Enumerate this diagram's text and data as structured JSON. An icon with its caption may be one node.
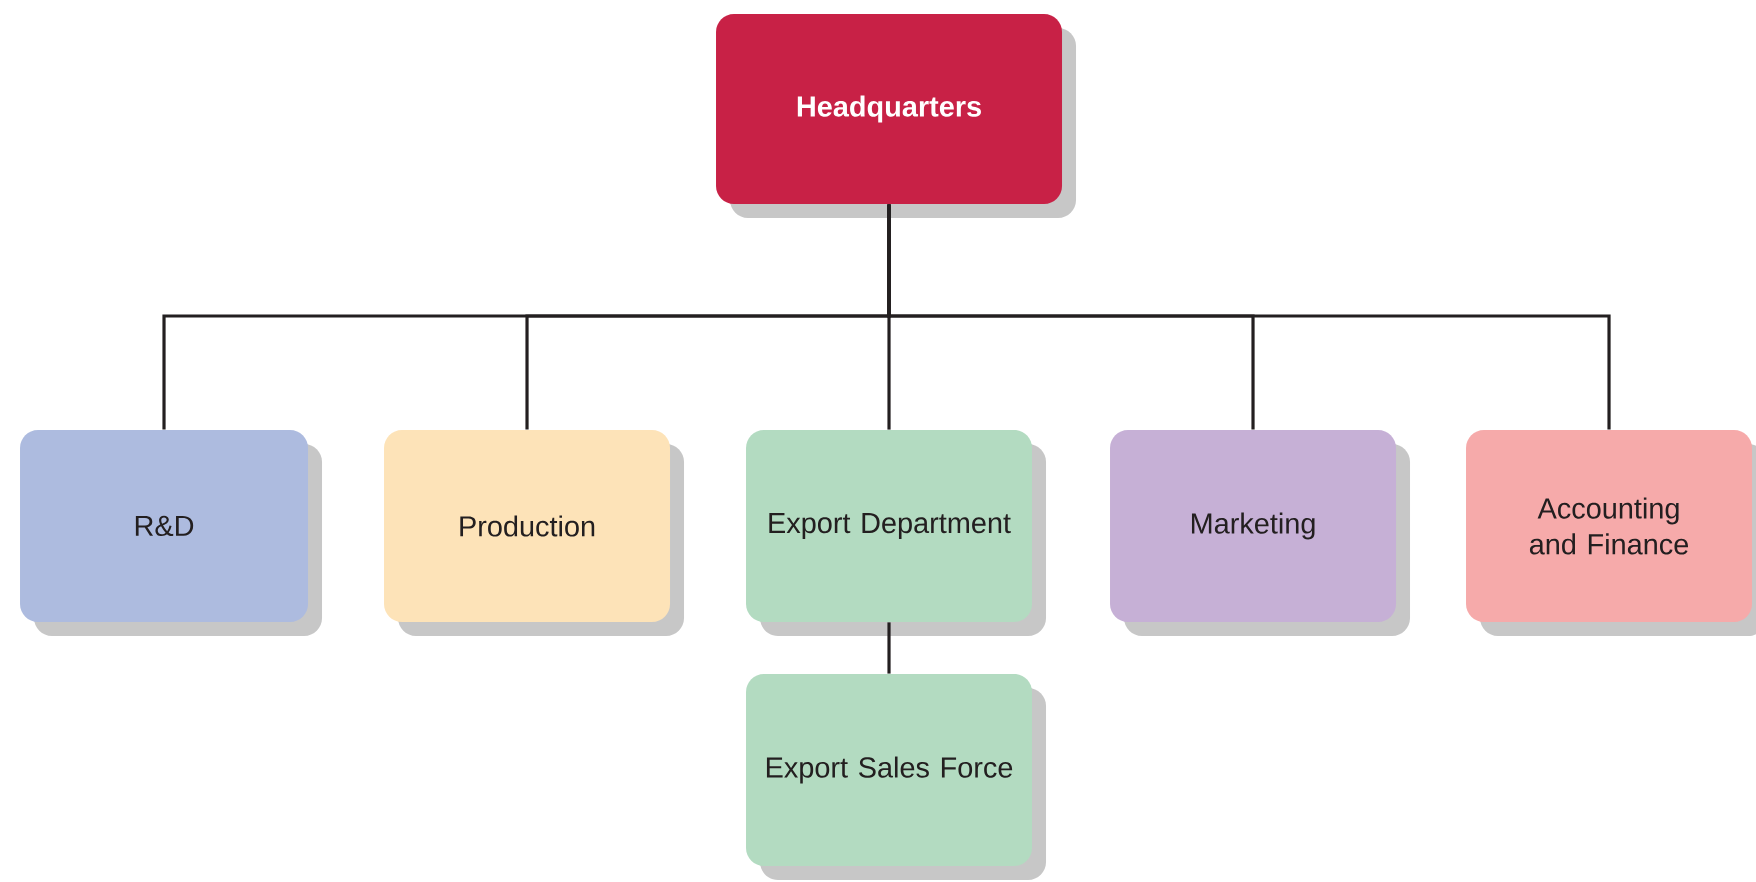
{
  "diagram": {
    "nodes": [
      {
        "text": [
          "Headquarters"
        ]
      },
      {
        "text": [
          "R&D"
        ]
      },
      {
        "text": [
          "Production"
        ]
      },
      {
        "text": [
          "Export Department"
        ]
      },
      {
        "text": [
          "Marketing"
        ]
      },
      {
        "text": [
          "Accounting and Finance"
        ]
      },
      {
        "text": [
          "Export Sales Force"
        ]
      }
    ],
    "edges": [
      {
        "from": 0,
        "to": 1,
        "arrow": "none"
      },
      {
        "from": 0,
        "to": 2,
        "arrow": "none"
      },
      {
        "from": 0,
        "to": 3,
        "arrow": "none"
      },
      {
        "from": 0,
        "to": 4,
        "arrow": "none"
      },
      {
        "from": 0,
        "to": 5,
        "arrow": "none"
      },
      {
        "from": 3,
        "to": 6,
        "arrow": "none"
      }
    ]
  }
}
